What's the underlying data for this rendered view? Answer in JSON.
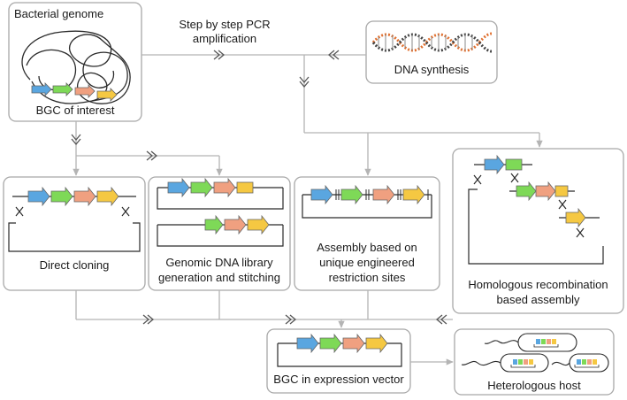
{
  "source": {
    "bacterial_genome": "Bacterial genome",
    "bgc_of_interest": "BGC of interest",
    "pcr_step": "Step by step PCR",
    "pcr_amplification": "amplification",
    "dna_synthesis": "DNA synthesis"
  },
  "methods": {
    "direct_cloning": "Direct cloning",
    "library_line1": "Genomic DNA library",
    "library_line2": "generation and stitching",
    "restriction_line1": "Assembly based on",
    "restriction_line2": "unique engineered",
    "restriction_line3": "restriction sites",
    "homologous_line1": "Homologous recombination",
    "homologous_line2": "based assembly"
  },
  "outputs": {
    "expression_vector": "BGC in expression vector",
    "heterologous_host": "Heterologous host"
  },
  "colors": {
    "gene_blue": "#5aa6e0",
    "gene_green": "#7ed957",
    "gene_orange": "#f0a080",
    "gene_yellow": "#f5c842",
    "box_border": "#a8a8a8",
    "flow_line": "#b4b4b4"
  }
}
